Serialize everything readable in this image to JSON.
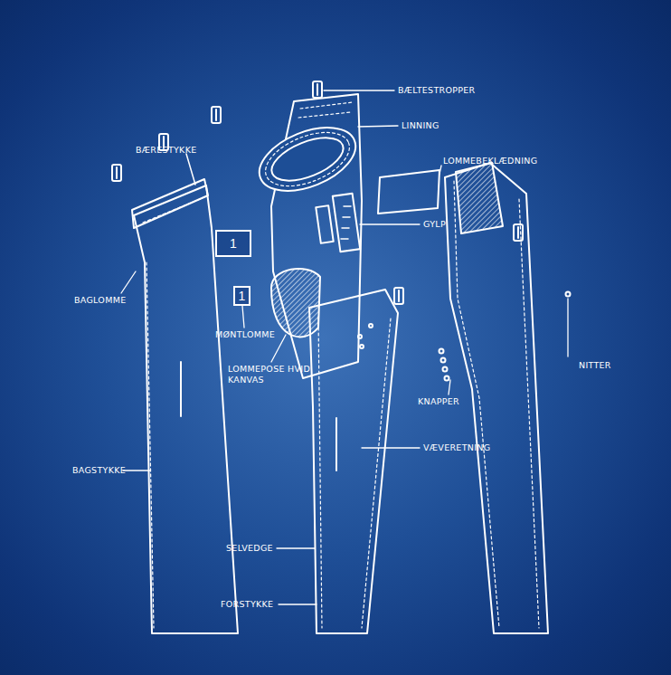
{
  "diagram": {
    "nodes": [
      {
        "text": [
          "1"
        ]
      },
      {
        "text": [
          "1"
        ]
      }
    ],
    "labels": [
      "BÆLTESTROPPER",
      "LINNING",
      "BÆRESTYKKE",
      "LOMMEBEKLÆDNING",
      "GYLP",
      "BAGLOMME",
      "MØNTLOMME",
      "LOMMEPOSE HVID KANVAS",
      "KNAPPER",
      "NITTER",
      "VÆVERETNING",
      "BAGSTYKKE",
      "SELVEDGE",
      "FORSTYKKE"
    ]
  }
}
